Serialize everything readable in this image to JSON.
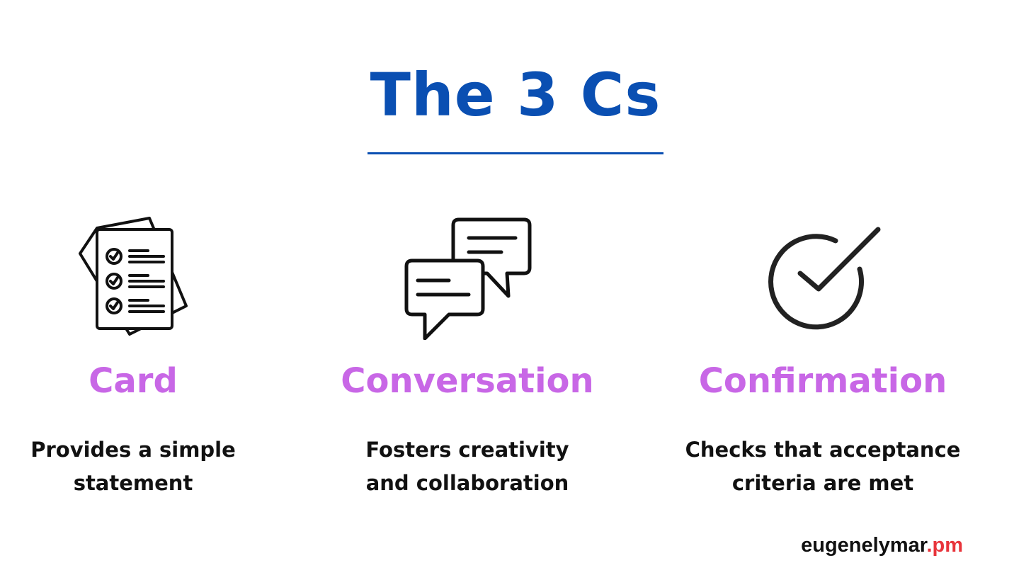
{
  "title": "The 3 Cs",
  "colors": {
    "title": "#0a4fb2",
    "heading": "#c867e6",
    "text": "#111111",
    "accent": "#e8343b",
    "background": "#ffffff"
  },
  "columns": [
    {
      "icon": "checklist-document-icon",
      "heading": "Card",
      "line1": "Provides a simple",
      "line2": "statement"
    },
    {
      "icon": "chat-bubbles-icon",
      "heading": "Conversation",
      "line1": "Fosters creativity",
      "line2": "and collaboration"
    },
    {
      "icon": "checkmark-circle-icon",
      "heading": "Confirmation",
      "line1": "Checks that acceptance",
      "line2": "criteria are met"
    }
  ],
  "footer": {
    "name": "eugenelymar",
    "tld": ".pm"
  }
}
